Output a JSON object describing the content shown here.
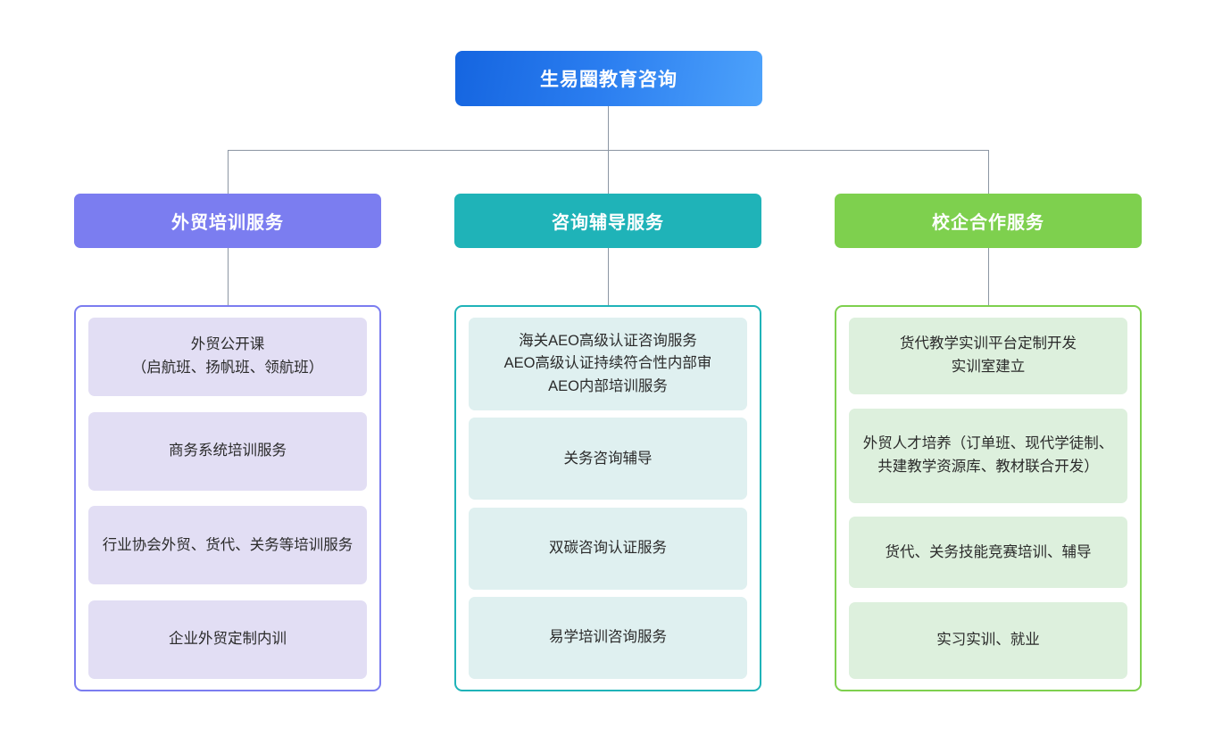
{
  "diagram": {
    "type": "organizational-tree",
    "root": {
      "label": "生易圈教育咨询",
      "color": "#2b7ef0",
      "gradient_from": "#1565e0",
      "gradient_to": "#4da2fb"
    },
    "branches": [
      {
        "id": "branch-training",
        "header": "外贸培训服务",
        "color": "#7b7df0",
        "item_bg": "#e2def4",
        "items": [
          "外贸公开课\n（启航班、扬帆班、领航班）",
          "商务系统培训服务",
          "行业协会外贸、货代、关务等培训服务",
          "企业外贸定制内训"
        ]
      },
      {
        "id": "branch-consulting",
        "header": "咨询辅导服务",
        "color": "#1fb3b8",
        "item_bg": "#dff0f0",
        "items": [
          "海关AEO高级认证咨询服务\nAEO高级认证持续符合性内部审\nAEO内部培训服务",
          "关务咨询辅导",
          "双碳咨询认证服务",
          "易学培训咨询服务"
        ]
      },
      {
        "id": "branch-school-enterprise",
        "header": "校企合作服务",
        "color": "#7ed04e",
        "item_bg": "#ddf0dd",
        "items": [
          "货代教学实训平台定制开发\n实训室建立",
          "外贸人才培养（订单班、现代学徒制、共建教学资源库、教材联合开发）",
          "货代、关务技能竞赛培训、辅导",
          "实习实训、就业"
        ]
      }
    ],
    "connector_color": "#8c96a3"
  }
}
